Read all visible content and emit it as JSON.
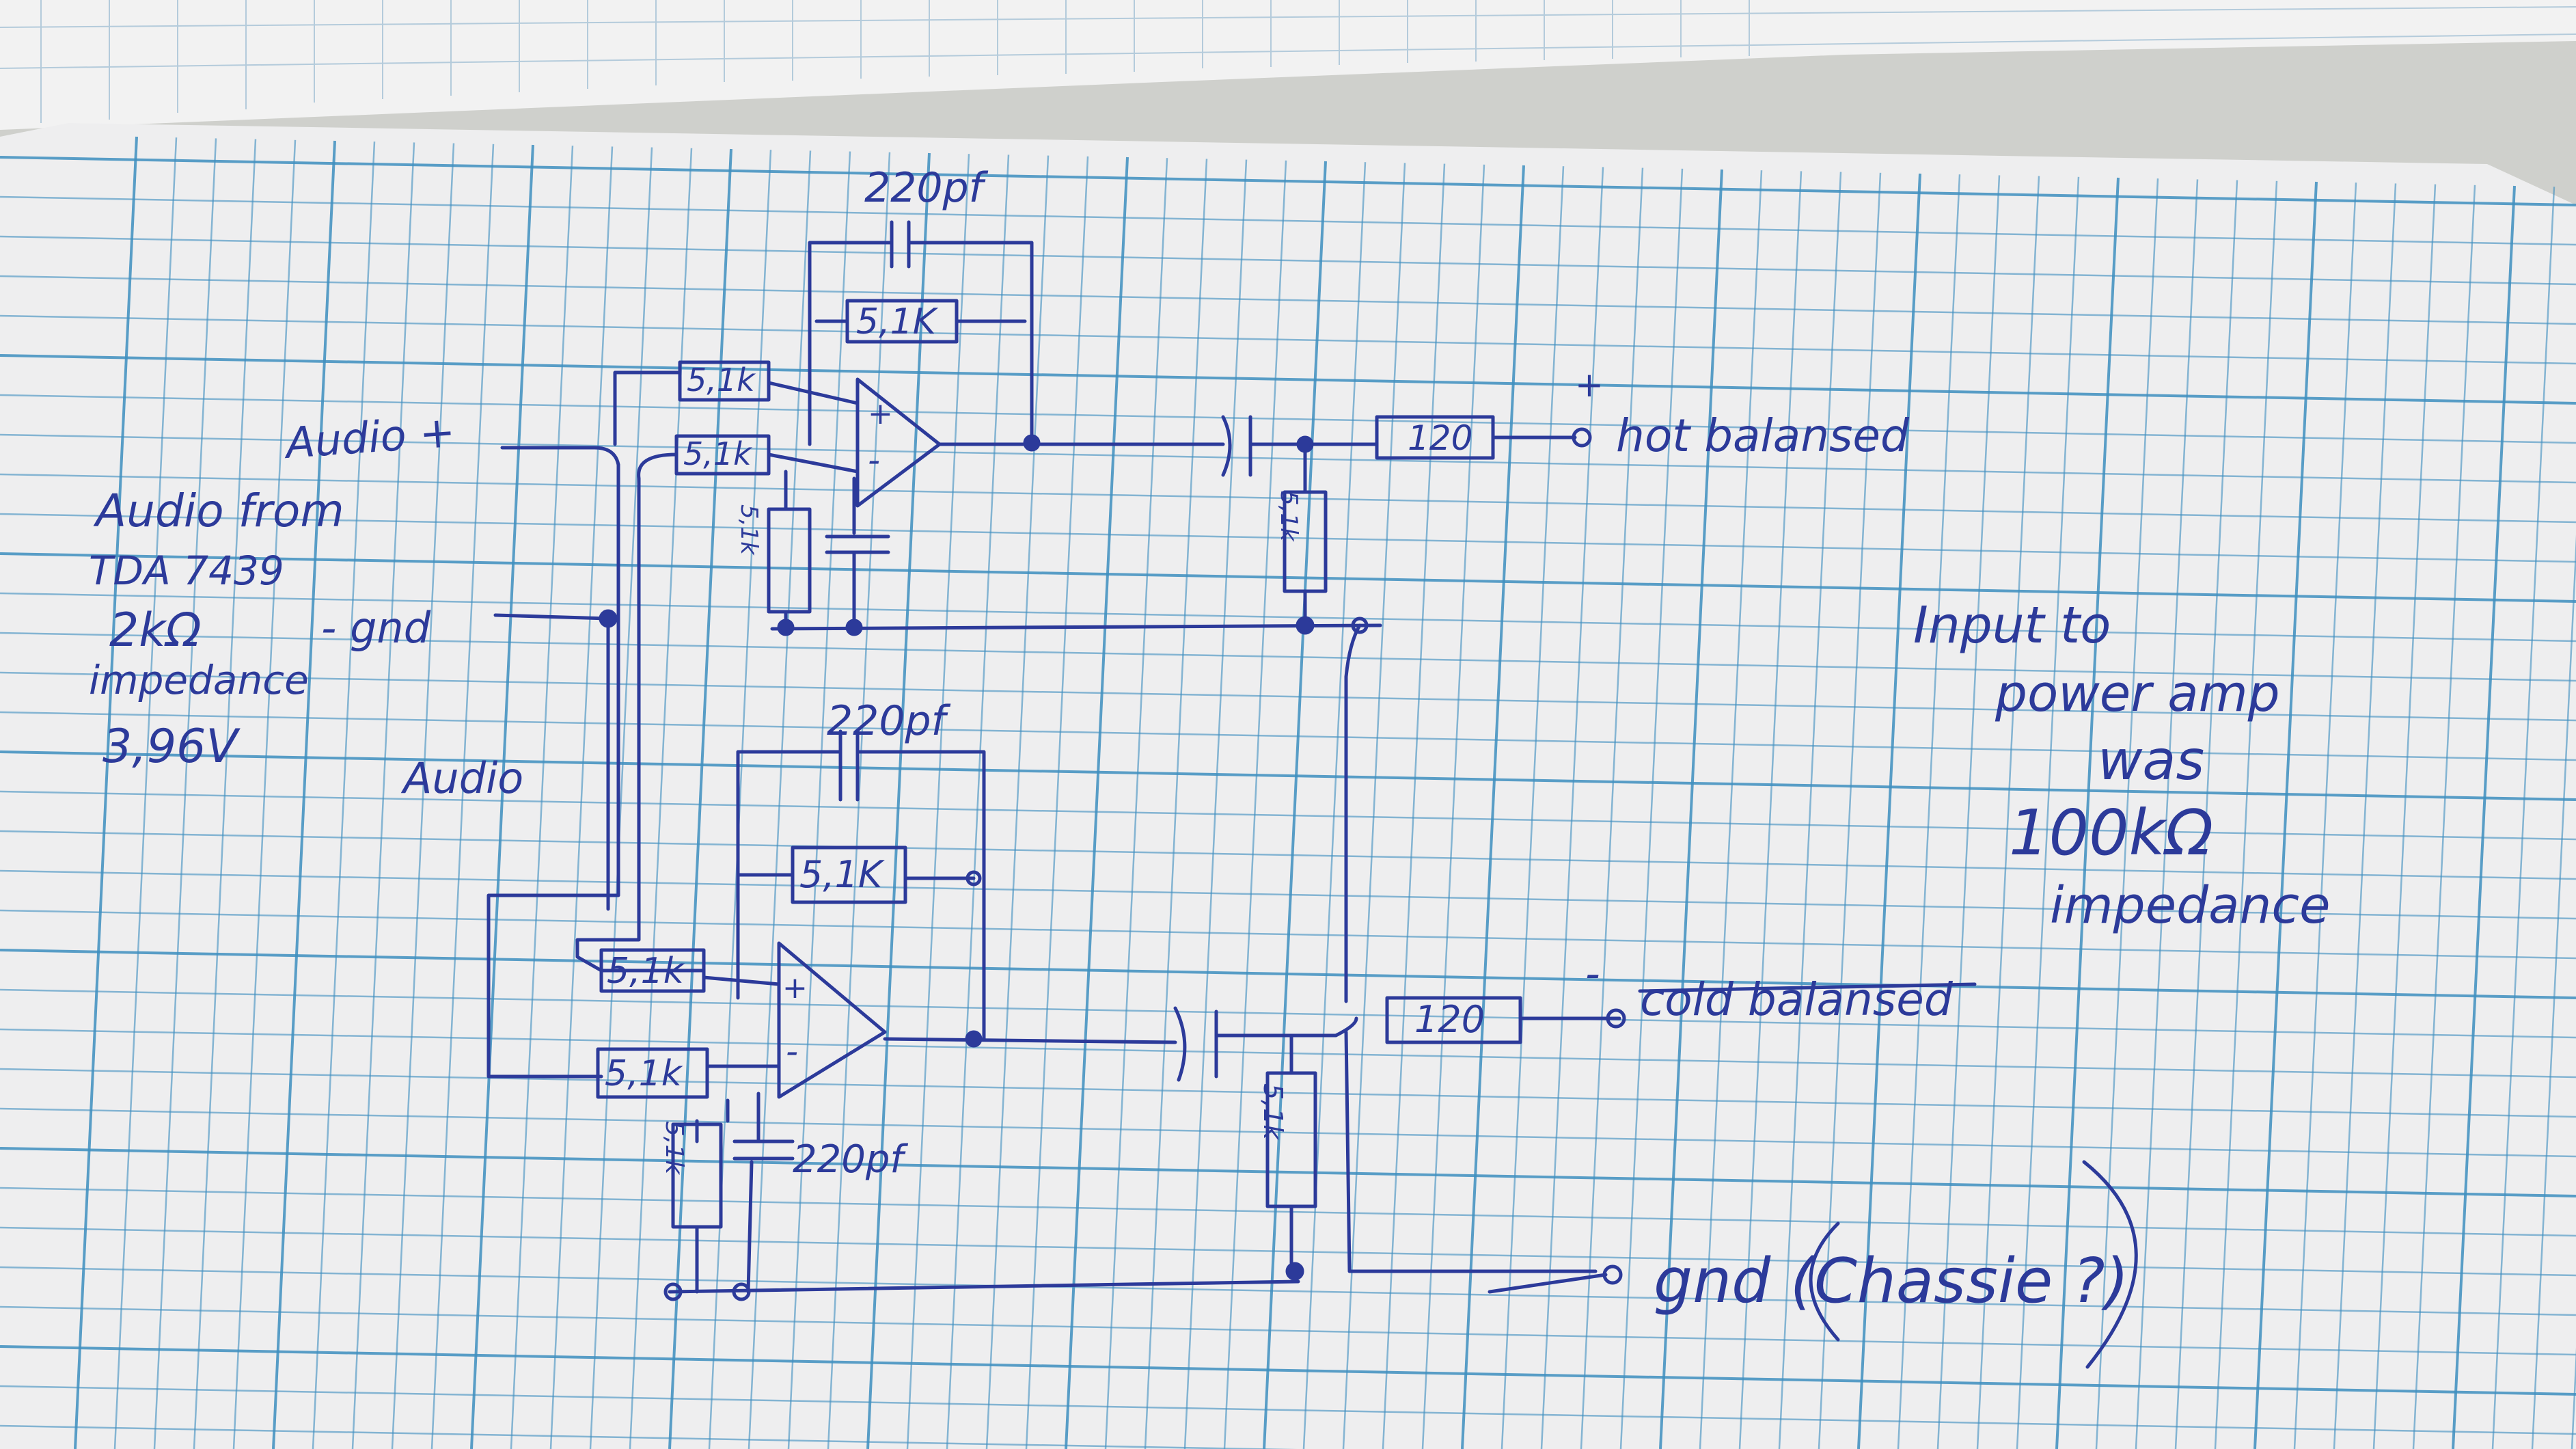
{
  "colors": {
    "ink": "#2c3a9a",
    "grid": "#3f8fc0",
    "paper": "#eeeeef",
    "table": "#cfd0cc"
  },
  "labels": {
    "top_cap": "220pf",
    "top_fb_res": "5,1K",
    "top_in_res_plus": "5,1k",
    "top_in_res_minus": "5,1k",
    "top_shunt_res": "5,1k",
    "top_out_shunt_res": "5,1k",
    "top_series_res": "120",
    "bot_cap": "220pf",
    "bot_fb_res": "5,1K",
    "bot_in_res_plus": "5,1k",
    "bot_in_res_minus": "5,1k",
    "bot_shunt_res": "5,1k",
    "bot_shunt_cap": "220pf",
    "bot_out_shunt_res": "5,1k",
    "bot_series_res": "120"
  },
  "notes": {
    "audio_plus": "Audio +",
    "source_line1": "Audio from",
    "source_line2": "TDA 7439",
    "source_line3": "2kΩ",
    "source_line4": "impedance",
    "source_line5": "3,96V",
    "gnd_label": "- gnd",
    "audio_minus": "Audio",
    "hot_plus": "+",
    "hot_label": "hot balansed",
    "cold_minus": "-",
    "cold_label": "cold balansed",
    "gnd_chassis": "gnd (Chassie ?)",
    "note_line1": "Input to",
    "note_line2": "power amp",
    "note_line3": "was",
    "note_line4": "100kΩ",
    "note_line5": "impedance"
  }
}
